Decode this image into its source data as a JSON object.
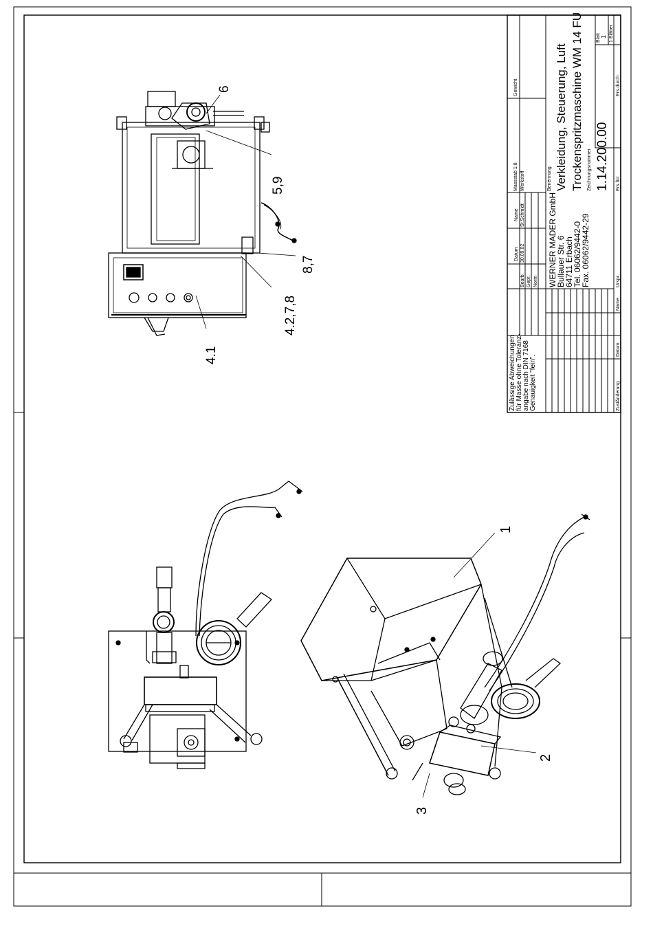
{
  "balloons": {
    "b_4_1": "4.1",
    "b_4_2": "4.2,7,8",
    "b_8_7": "8,7",
    "b_5_9": "5,9",
    "b_6": "6",
    "b_1": "1",
    "b_2": "2",
    "b_3": "3"
  },
  "title_block": {
    "tolerance_note": [
      "Zulässige Abweichungen",
      "für Masse ohne Toleranz-",
      "angabe nach DIN 7168",
      "Genauigkeit \"fein\"."
    ],
    "hdr_datum": "Datum",
    "hdr_name": "Name",
    "row_bearb": "Bearb.",
    "row_gepr": "Gepr.",
    "row_norm": "Norm",
    "bearb_date": "30.09.02",
    "bearb_name": "St.Schmidt",
    "company": [
      "WERNER MADER GmbH",
      "Bullauer Str. 6",
      "64711 Erbach",
      "Tel. 06062/9442-0",
      "Fax. 06062/9442-29"
    ],
    "massstab": "Massstab 1:8",
    "gewicht": "Gewicht",
    "werkstoff": "Werkstoff",
    "benennung_label": "Benennung",
    "title_line1": "Verkleidung, Steuerung, Luft",
    "title_line2": "Trockenspritzmaschine WM 14 FU",
    "zeichnungsnummer_label": "Zeichnungsnummer",
    "drawing_number": "1.14.200.00",
    "blatt_label": "Blatt",
    "blatt_value": "1",
    "blaetter": "1 Blätter",
    "ers_fuer": "Ers.für:",
    "ers_durch": "Ers.durch:",
    "ursprung": "Urspr.",
    "zust": "Zust",
    "aenderung": "Änderung",
    "datum2": "Datum",
    "name2": "Name"
  }
}
